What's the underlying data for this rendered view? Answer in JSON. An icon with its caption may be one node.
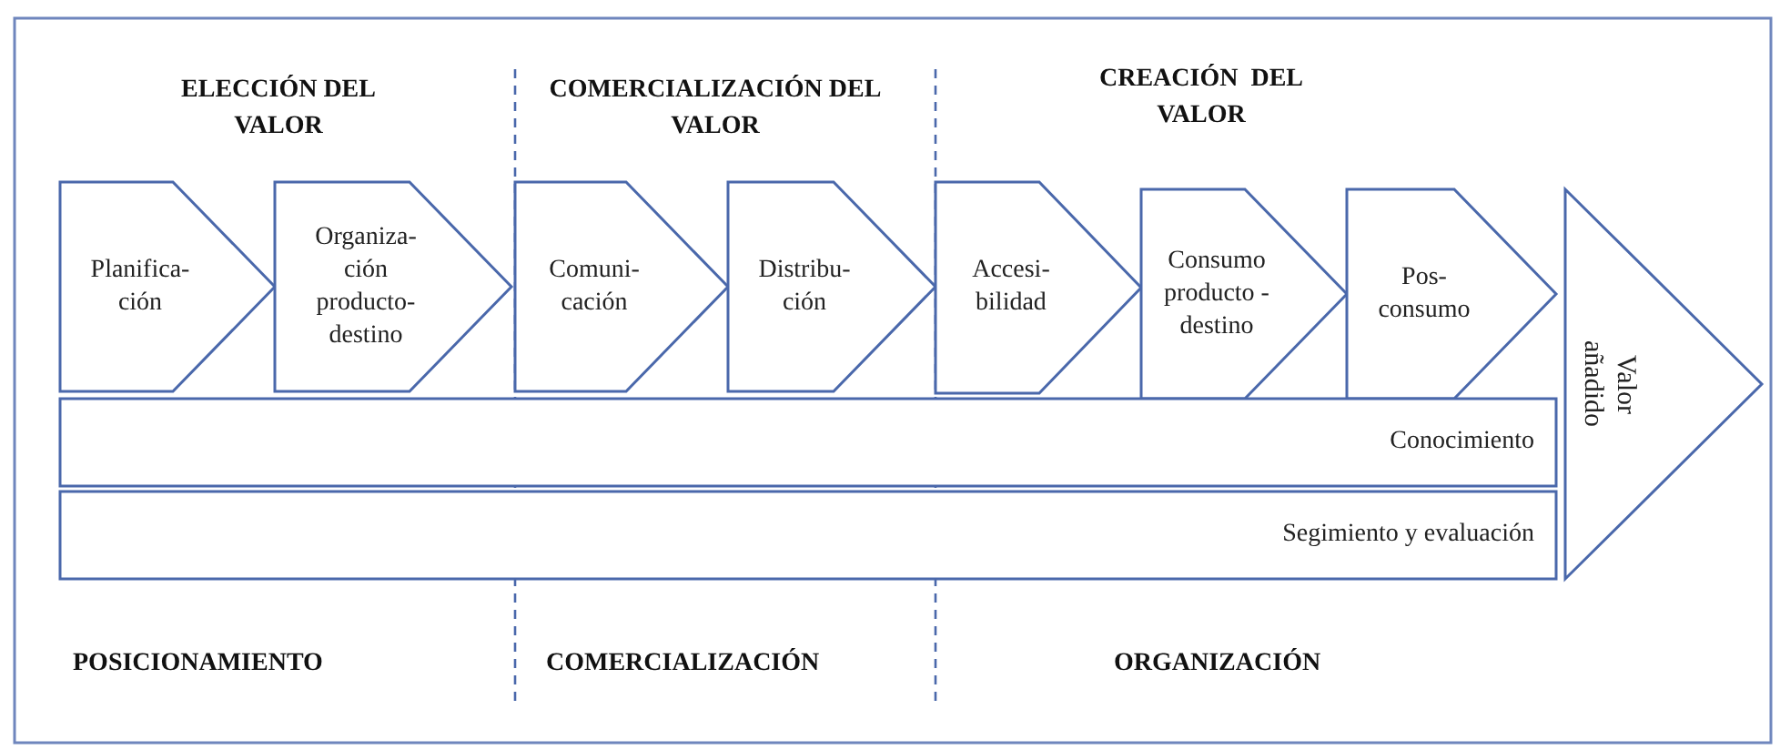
{
  "diagram": {
    "nodes": [
      {
        "text": [
          "Planifica- ción"
        ]
      },
      {
        "text": [
          "Organiza- ción producto- destino"
        ]
      },
      {
        "text": [
          "Comuni- cación"
        ]
      },
      {
        "text": [
          "Distribu- ción"
        ]
      },
      {
        "text": [
          "Accesi- bilidad"
        ]
      },
      {
        "text": [
          "Consumo producto - destino"
        ]
      },
      {
        "text": [
          "Pos- consumo"
        ]
      },
      {
        "text": [
          "Conocimiento"
        ]
      },
      {
        "text": [
          "Segimiento y evaluación"
        ]
      },
      {
        "text": [
          "Valor añadido"
        ]
      }
    ],
    "labels": [
      "ELECCIÓN DEL VALOR",
      "COMERCIALIZACIÓN DEL VALOR",
      "CREACIÓN  DEL VALOR",
      "POSICIONAMIENTO",
      "COMERCIALIZACIÓN",
      "ORGANIZACIÓN"
    ]
  }
}
